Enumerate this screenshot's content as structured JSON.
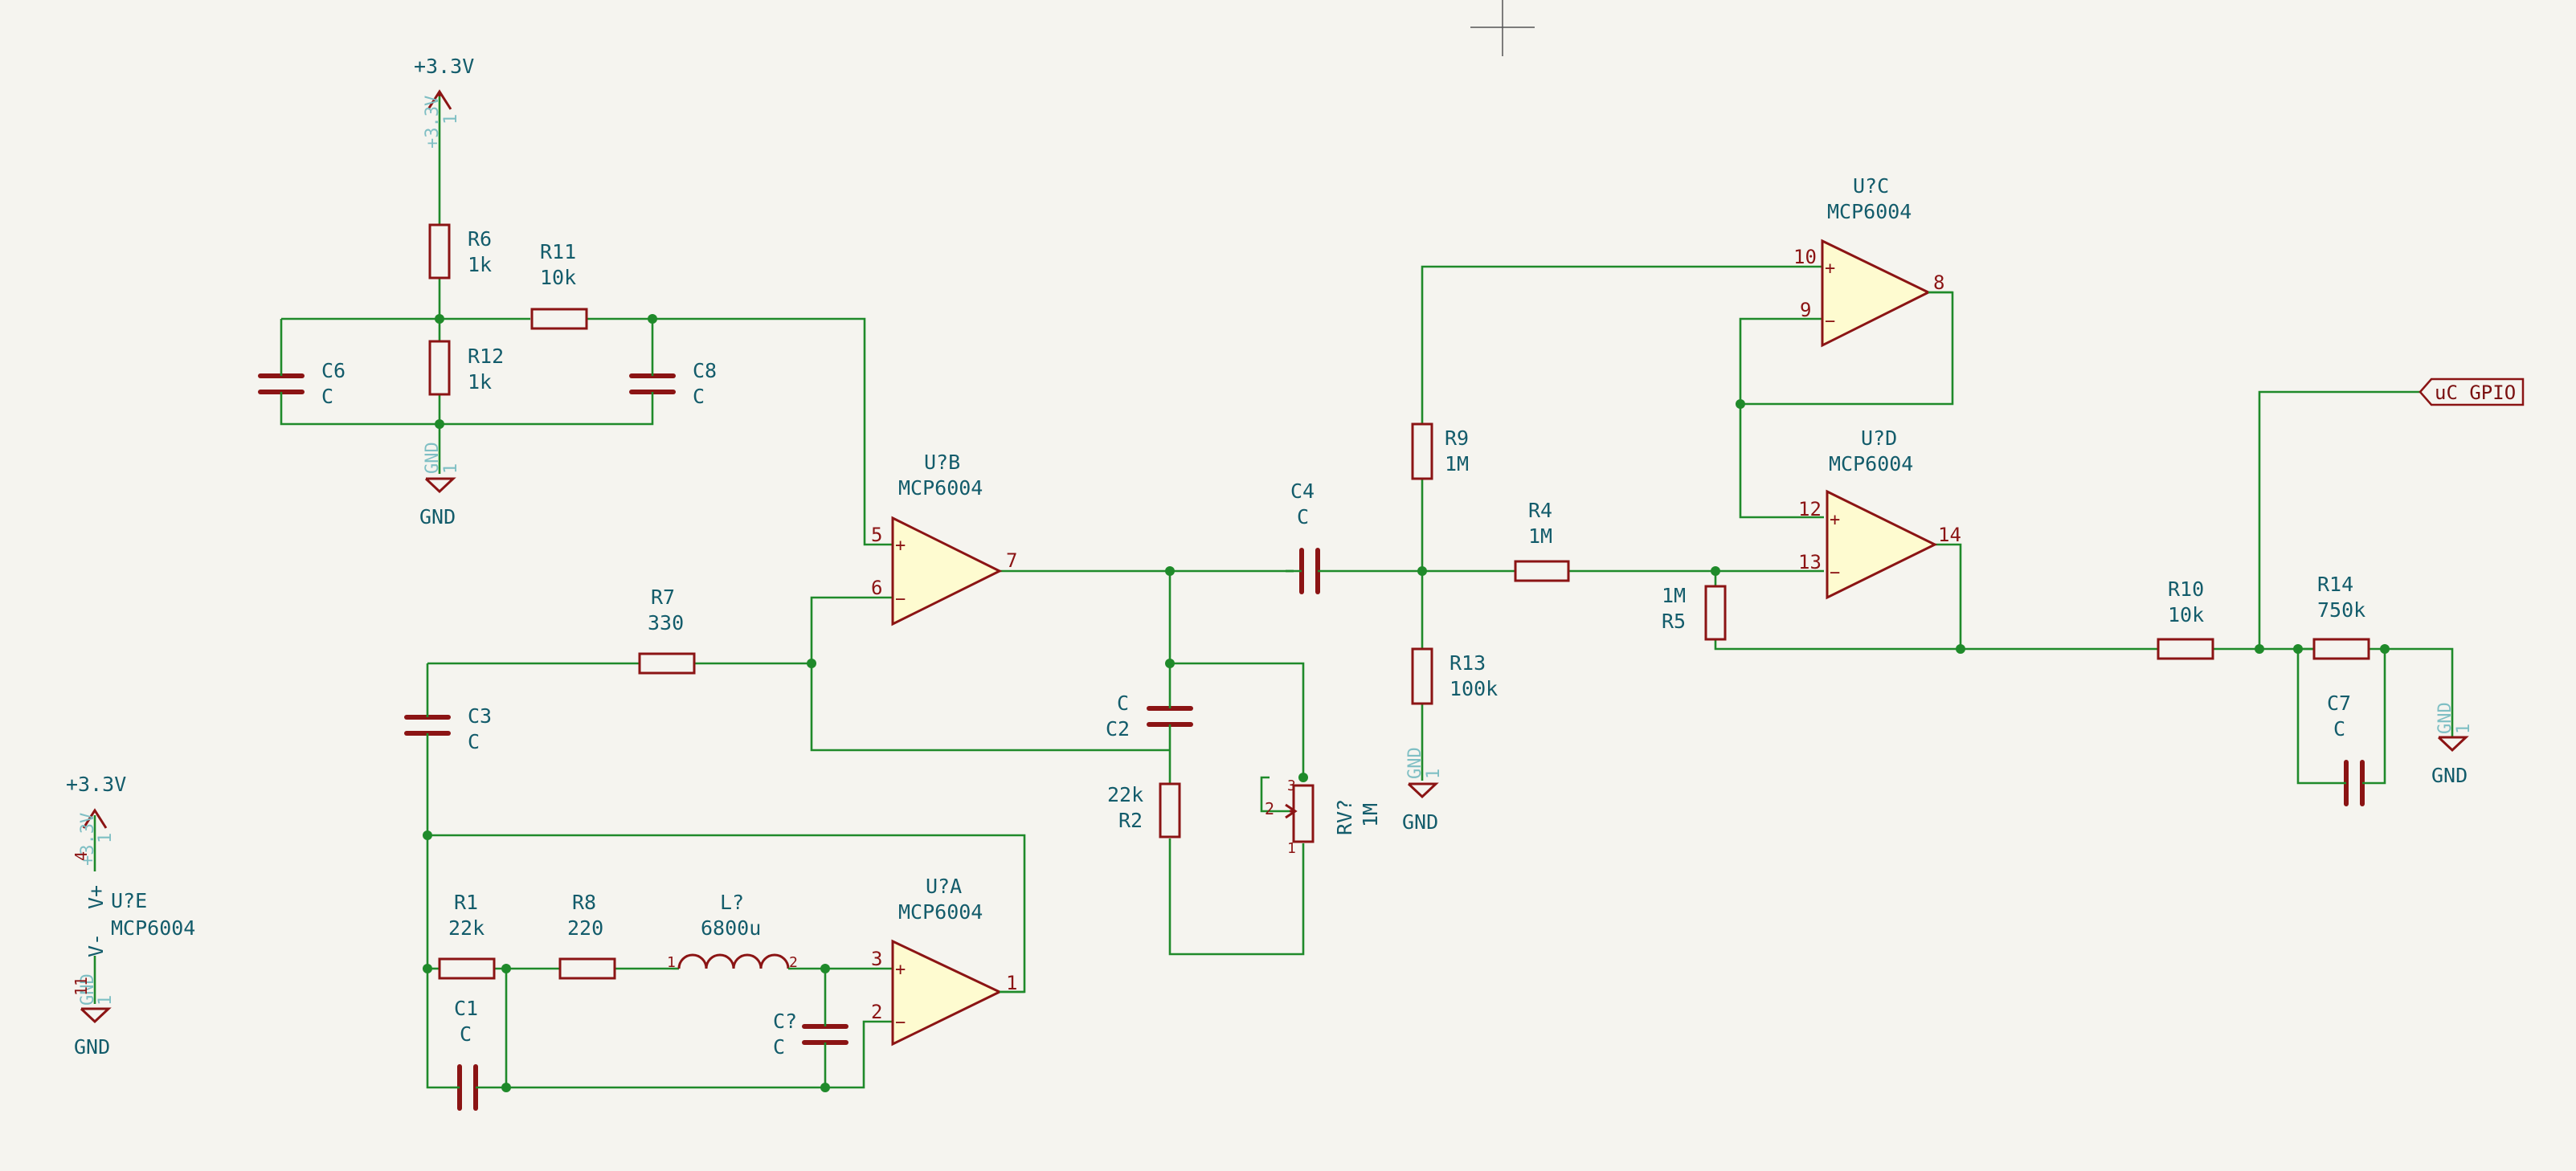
{
  "power": {
    "vcc_top": "+3.3V",
    "vcc_top_pin": "+3.3V",
    "vcc_top_pin_num": "1",
    "gnd_top": "GND",
    "gnd_top_pin": "GND",
    "gnd_top_pin_num": "1",
    "vcc_left": "+3.3V",
    "vcc_left_pin": "+3.3V",
    "vcc_left_pin_num": "1",
    "gnd_left": "GND",
    "gnd_left_pin": "GND",
    "gnd_left_pin_num": "1",
    "gnd_r13": "GND",
    "gnd_r13_pin": "GND",
    "gnd_r13_pin_num": "1",
    "gnd_right": "GND",
    "gnd_right_pin": "GND",
    "gnd_right_pin_num": "1"
  },
  "components": {
    "r6": {
      "ref": "R6",
      "value": "1k"
    },
    "r11": {
      "ref": "R11",
      "value": "10k"
    },
    "r12": {
      "ref": "R12",
      "value": "1k"
    },
    "c6": {
      "ref": "C6",
      "value": "C"
    },
    "c8": {
      "ref": "C8",
      "value": "C"
    },
    "r7": {
      "ref": "R7",
      "value": "330"
    },
    "c3": {
      "ref": "C3",
      "value": "C"
    },
    "r1": {
      "ref": "R1",
      "value": "22k"
    },
    "r8": {
      "ref": "R8",
      "value": "220"
    },
    "l1": {
      "ref": "L?",
      "value": "6800u",
      "pin1": "1",
      "pin2": "2"
    },
    "c1": {
      "ref": "C1",
      "value": "C"
    },
    "cq": {
      "ref": "C?",
      "value": "C"
    },
    "c2": {
      "ref": "C2",
      "value": "C"
    },
    "r2": {
      "ref": "R2",
      "value": "22k"
    },
    "rv": {
      "ref": "RV?",
      "value": "1M",
      "pin1": "1",
      "pin2": "2",
      "pin3": "3"
    },
    "c4": {
      "ref": "C4",
      "value": "C"
    },
    "r9": {
      "ref": "R9",
      "value": "1M"
    },
    "r13": {
      "ref": "R13",
      "value": "100k"
    },
    "r4": {
      "ref": "R4",
      "value": "1M"
    },
    "r5": {
      "ref": "R5",
      "value": "1M"
    },
    "r10": {
      "ref": "R10",
      "value": "10k"
    },
    "r14": {
      "ref": "R14",
      "value": "750k"
    },
    "c7": {
      "ref": "C7",
      "value": "C"
    }
  },
  "opamps": {
    "ua": {
      "ref": "U?A",
      "value": "MCP6004",
      "pin_plus": "3",
      "pin_minus": "2",
      "pin_out": "1"
    },
    "ub": {
      "ref": "U?B",
      "value": "MCP6004",
      "pin_plus": "5",
      "pin_minus": "6",
      "pin_out": "7"
    },
    "uc": {
      "ref": "U?C",
      "value": "MCP6004",
      "pin_plus": "10",
      "pin_minus": "9",
      "pin_out": "8"
    },
    "ud": {
      "ref": "U?D",
      "value": "MCP6004",
      "pin_plus": "12",
      "pin_minus": "13",
      "pin_out": "14"
    },
    "ue": {
      "ref": "U?E",
      "value": "MCP6004",
      "pin_vplus": "V+",
      "pin_vminus": "V-",
      "pin_vplus_num": "4",
      "pin_vminus_num": "11"
    }
  },
  "net_labels": {
    "gpio": "uC GPIO"
  },
  "signs": {
    "plus": "+",
    "minus": "−"
  }
}
